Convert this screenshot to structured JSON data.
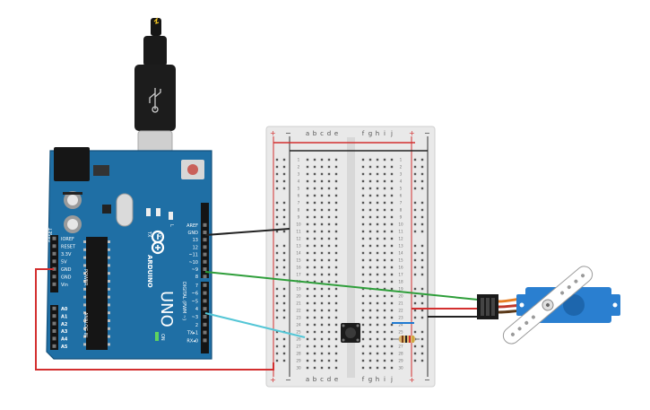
{
  "arduino": {
    "brand": "ARDUINO",
    "model": "UNO",
    "reset_label": "RESET",
    "power_header_label": "POWER",
    "analog_header_label": "ANALOG IN",
    "digital_header_label": "DIGITAL (PWM ~)",
    "led_labels": [
      "TX",
      "RX",
      "L"
    ],
    "on_label": "ON",
    "power_pins": [
      "IOREF",
      "RESET",
      "3.3V",
      "5V",
      "GND",
      "GND",
      "Vin"
    ],
    "analog_pins": [
      "A0",
      "A1",
      "A2",
      "A3",
      "A4",
      "A5"
    ],
    "digital_pins_top": [
      "AREF",
      "GND",
      "13",
      "12",
      "~11",
      "~10",
      "~9",
      "8"
    ],
    "digital_pins_bottom": [
      "7",
      "~6",
      "~5",
      "4",
      "~3",
      "2",
      "TX▸1",
      "RX◂0"
    ]
  },
  "breadboard": {
    "plus_label": "+",
    "minus_label": "−",
    "columns_left": [
      "a",
      "b",
      "c",
      "d",
      "e"
    ],
    "columns_right": [
      "f",
      "g",
      "h",
      "i",
      "j"
    ],
    "row_numbers": [
      "1",
      "2",
      "3",
      "4",
      "5",
      "6",
      "7",
      "8",
      "9",
      "10",
      "11",
      "12",
      "13",
      "14",
      "15",
      "16",
      "17",
      "18",
      "19",
      "20",
      "21",
      "22",
      "23",
      "24",
      "25",
      "26",
      "27",
      "28",
      "29",
      "30"
    ]
  },
  "colors": {
    "board": "#1f6fa5",
    "breadboard": "#e9e9e9",
    "wire_red": "#d32f2f",
    "wire_black": "#222222",
    "wire_green": "#2e9e3a",
    "wire_cyan": "#54c6d6",
    "wire_blue": "#1f7ad1",
    "servo_body": "#2a7fd0"
  }
}
